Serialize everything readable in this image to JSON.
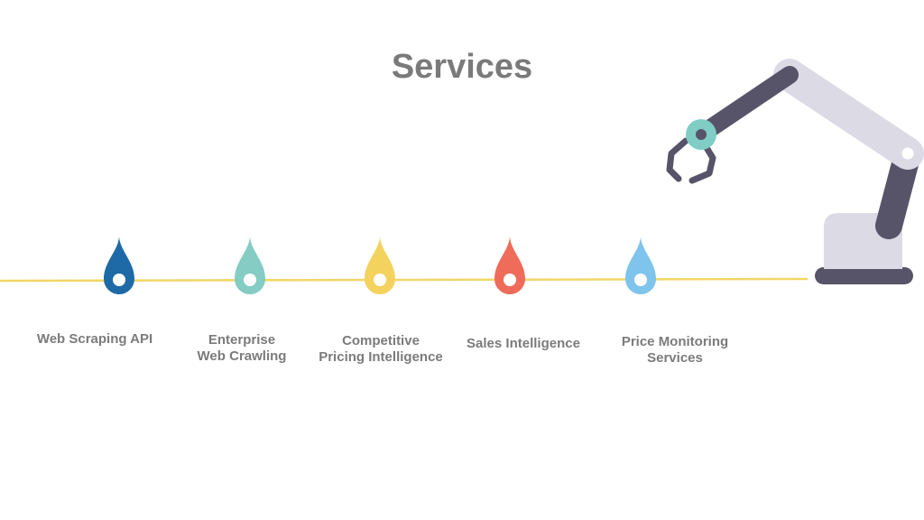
{
  "title": "Services",
  "colors": {
    "timeline": "#f2d667",
    "robot_dark": "#575469",
    "robot_light": "#dcdae5",
    "robot_accent": "#7fcdc4",
    "text": "#7b7b7b"
  },
  "services": [
    {
      "label": "Web Scraping API",
      "color": "#1e6aa6",
      "icon": "map-pin-drop-icon"
    },
    {
      "label": "Enterprise\nWeb Crawling",
      "color": "#84ccc4",
      "icon": "map-pin-drop-icon"
    },
    {
      "label": "Competitive\nPricing Intelligence",
      "color": "#f4d25e",
      "icon": "map-pin-drop-icon"
    },
    {
      "label": "Sales Intelligence",
      "color": "#ee6c59",
      "icon": "map-pin-drop-icon"
    },
    {
      "label": "Price Monitoring\nServices",
      "color": "#7ec4ec",
      "icon": "map-pin-drop-icon"
    }
  ],
  "illustration": {
    "icon": "robotic-arm-icon"
  }
}
